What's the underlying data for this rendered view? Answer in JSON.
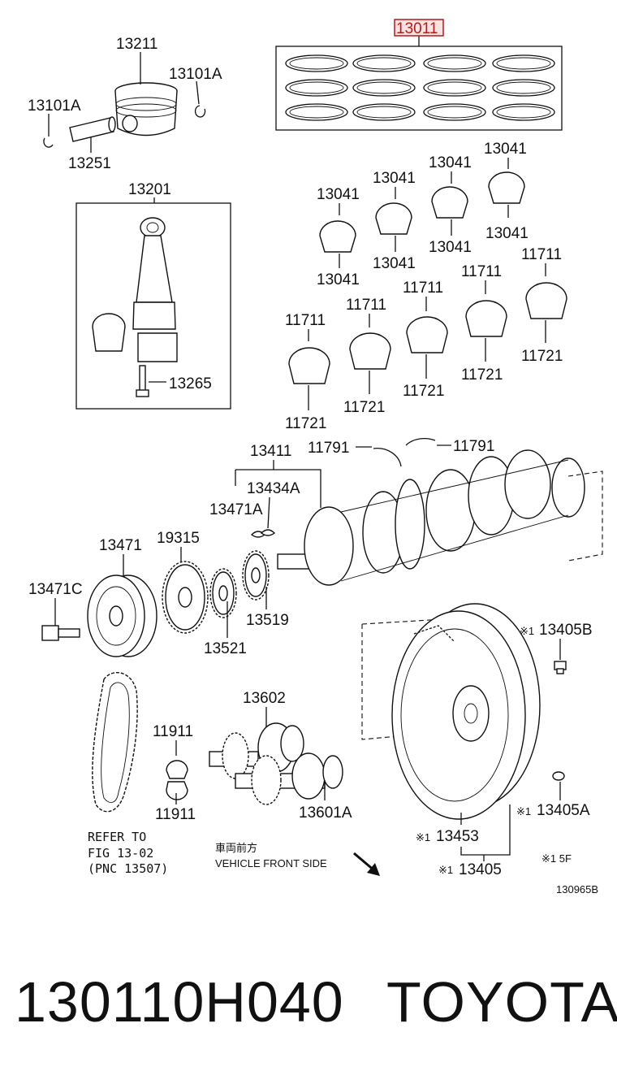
{
  "diagram": {
    "highlighted_part": "13011",
    "part_labels": {
      "piston_rings": "13011",
      "piston": "13211",
      "snap_ring_right": "13101A",
      "snap_ring_left": "13101A",
      "piston_pin": "13251",
      "connecting_rod": "13201",
      "rod_bolt": "13265",
      "rod_bearing_1_top": "13041",
      "rod_bearing_1_bottom": "13041",
      "rod_bearing_2_top": "13041",
      "rod_bearing_2_bottom": "13041",
      "rod_bearing_3_top": "13041",
      "rod_bearing_3_bottom": "13041",
      "rod_bearing_4_top": "13041",
      "rod_bearing_4_bottom": "13041",
      "main_bearing_1_top": "11711",
      "main_bearing_1_bottom": "11721",
      "main_bearing_2_top": "11711",
      "main_bearing_2_bottom": "11721",
      "main_bearing_3_top": "11711",
      "main_bearing_3_bottom": "11721",
      "main_bearing_4_top": "11711",
      "main_bearing_4_bottom": "11721",
      "main_bearing_5_top": "11711",
      "main_bearing_5_bottom": "11721",
      "thrust_washer_left": "11791",
      "thrust_washer_right": "11791",
      "crank_key": "13411",
      "crank_key_alt": "13434A",
      "key_small": "13471A",
      "pulley": "13471",
      "pulley_bolt": "13471C",
      "timing_gear": "19315",
      "sprocket": "13521",
      "crank_gear": "13519",
      "balance_shaft_assy": "13602",
      "balance_shaft": "13601A",
      "balance_bearing_top": "11911",
      "balance_bearing_bottom": "11911",
      "flywheel_bolt": "13405B",
      "flywheel_bolt_prefix": "※1",
      "ring_gear": "13453",
      "ring_gear_prefix": "※1",
      "flywheel": "13405",
      "flywheel_prefix": "※1",
      "flywheel_pin": "13405A",
      "flywheel_pin_prefix": "※1"
    },
    "notes": {
      "refer_line1": "REFER TO",
      "refer_line2": "FIG 13-02",
      "refer_line3": "(PNC 13507)",
      "vehicle_front_jp": "車両前方",
      "vehicle_front_en": "VEHICLE FRONT SIDE",
      "footnote": "※1 5F",
      "figure_code": "130965B"
    }
  },
  "footer": {
    "part_number": "130110H040",
    "brand": "TOYOTA"
  }
}
